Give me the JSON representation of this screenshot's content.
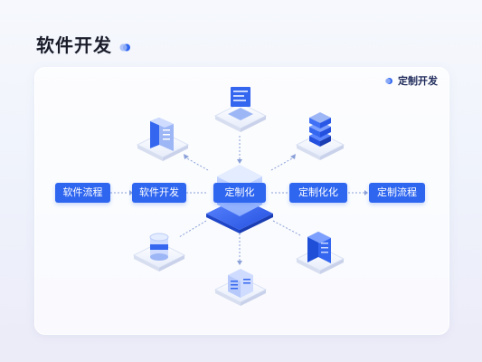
{
  "header": {
    "title": "软件开发"
  },
  "panel": {
    "tag_label": "定制开发"
  },
  "flow": {
    "center_label": "定制化",
    "left_outer": "软件流程",
    "left_inner": "软件开发",
    "right_inner": "定制化化",
    "right_outer": "定制流程"
  },
  "colors": {
    "accent": "#2f66f0",
    "accent_dark": "#1f4fd6",
    "connector": "#8aa0d8"
  },
  "icons": [
    "laptop-icon",
    "server-cabinet-icon",
    "stacked-cubes-icon",
    "database-cylinder-icon",
    "server-rack-icon",
    "document-server-icon"
  ]
}
